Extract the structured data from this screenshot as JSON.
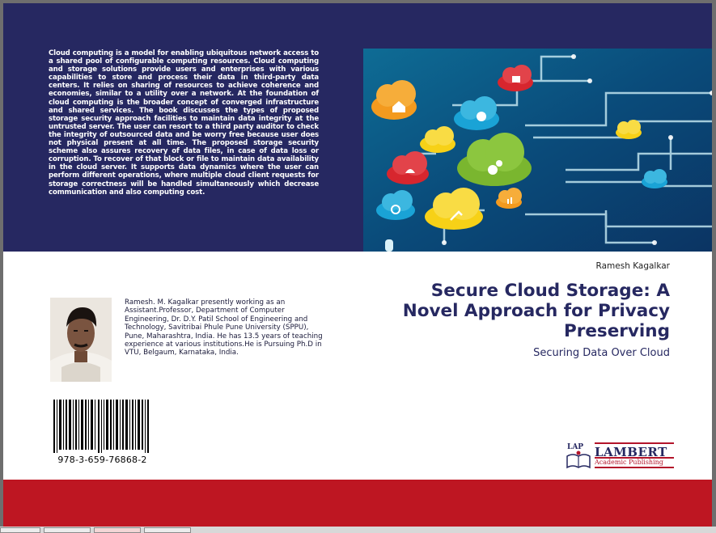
{
  "cover": {
    "blurb": "Cloud computing is a model for enabling ubiquitous network access to a shared pool of configurable computing resources. Cloud computing and storage solutions provide users and enterprises with various capabilities to store and process their data in third-party data centers. It relies on sharing of resources to achieve coherence and economies, similar to a utility over a network. At the foundation of cloud computing is the broader concept of converged infrastructure and shared services. The book discusses the types of proposed storage security approach facilities to maintain data integrity at the untrusted server. The user can resort to a third party auditor to check the integrity of outsourced data and be worry free because user does not physical present at all time. The proposed storage security scheme also assures recovery of data files, in case of data loss or corruption. To recover of that block or file to maintain data availability in the cloud server. It supports data dynamics where the user can perform different operations, where multiple cloud client requests for storage correctness will be handled simultaneously which decrease communication and also computing cost.",
    "author": "Ramesh Kagalkar",
    "title": "Secure Cloud Storage: A Novel Approach for Privacy Preserving",
    "subtitle": "Securing Data Over Cloud",
    "bio": "Ramesh. M. Kagalkar presently working as an Assistant.Professor, Department of Computer Engineering, Dr. D.Y. Patil School of Engineering and Technology, Savitribai Phule Pune University (SPPU), Pune, Maharashtra, India. He has 13.5 years of teaching experience at various institutions.He is Pursuing Ph.D in VTU, Belgaum, Karnataka, India.",
    "isbn": "978-3-659-76868-2",
    "publisher": {
      "mark": "LAP",
      "name": "LAMBERT",
      "sub": "Academic Publishing"
    }
  },
  "colors": {
    "navy": "#262861",
    "red": "#be1622",
    "cloud_orange": "#f39a1e",
    "cloud_blue": "#1aa3d6",
    "cloud_green": "#8cc63f",
    "cloud_red": "#d7262e",
    "cloud_yellow": "#f7d117"
  }
}
